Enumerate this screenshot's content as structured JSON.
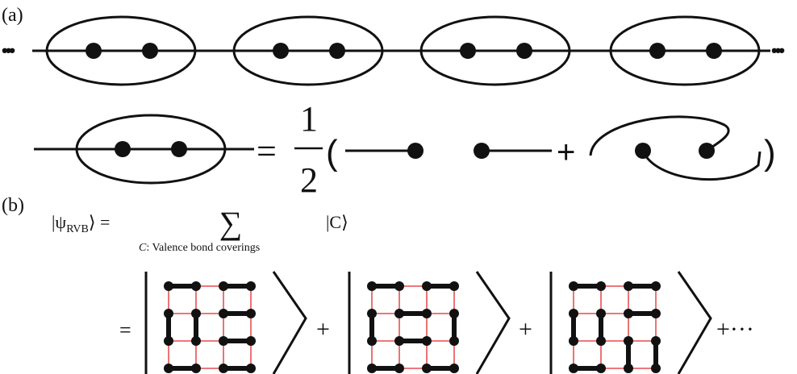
{
  "panel_a": {
    "label": "(a)",
    "ellipsis_left": "•••",
    "ellipsis_right": "•••",
    "equation": {
      "equals": "=",
      "numerator": "1",
      "denominator": "2",
      "open_paren": "(",
      "plus": "+",
      "close_paren": ")"
    }
  },
  "panel_b": {
    "label": "(b)",
    "rvb_lhs": "|ψ",
    "rvb_sub": "RVB",
    "rvb_rangle": "⟩ =",
    "sum_symbol": "∑",
    "sum_subscript_c": "C",
    "sum_subscript_text": ": Valence bond coverings",
    "ket_c": "|C⟩",
    "equals": "=",
    "plus1": "+",
    "plus2": "+",
    "plus_ellipsis": "+···",
    "colors": {
      "lattice": "#e0282a",
      "bond": "#111111"
    },
    "coverings": [
      {
        "name": "covering-1",
        "bonds": [
          [
            [
              0,
              0
            ],
            [
              0,
              1
            ]
          ],
          [
            [
              0,
              2
            ],
            [
              0,
              3
            ]
          ],
          [
            [
              1,
              0
            ],
            [
              2,
              0
            ]
          ],
          [
            [
              1,
              1
            ],
            [
              2,
              1
            ]
          ],
          [
            [
              1,
              2
            ],
            [
              1,
              3
            ]
          ],
          [
            [
              2,
              2
            ],
            [
              2,
              3
            ]
          ],
          [
            [
              3,
              0
            ],
            [
              3,
              1
            ]
          ],
          [
            [
              3,
              2
            ],
            [
              3,
              3
            ]
          ]
        ]
      },
      {
        "name": "covering-2",
        "bonds": [
          [
            [
              0,
              0
            ],
            [
              0,
              1
            ]
          ],
          [
            [
              0,
              2
            ],
            [
              0,
              3
            ]
          ],
          [
            [
              1,
              0
            ],
            [
              2,
              0
            ]
          ],
          [
            [
              1,
              1
            ],
            [
              1,
              2
            ]
          ],
          [
            [
              1,
              3
            ],
            [
              2,
              3
            ]
          ],
          [
            [
              2,
              1
            ],
            [
              2,
              2
            ]
          ],
          [
            [
              3,
              0
            ],
            [
              3,
              1
            ]
          ],
          [
            [
              3,
              2
            ],
            [
              3,
              3
            ]
          ]
        ]
      },
      {
        "name": "covering-3",
        "bonds": [
          [
            [
              0,
              0
            ],
            [
              0,
              1
            ]
          ],
          [
            [
              0,
              2
            ],
            [
              0,
              3
            ]
          ],
          [
            [
              1,
              0
            ],
            [
              2,
              0
            ]
          ],
          [
            [
              1,
              1
            ],
            [
              2,
              1
            ]
          ],
          [
            [
              1,
              2
            ],
            [
              1,
              3
            ]
          ],
          [
            [
              2,
              2
            ],
            [
              3,
              2
            ]
          ],
          [
            [
              2,
              3
            ],
            [
              3,
              3
            ]
          ],
          [
            [
              3,
              0
            ],
            [
              3,
              1
            ]
          ]
        ]
      }
    ]
  }
}
